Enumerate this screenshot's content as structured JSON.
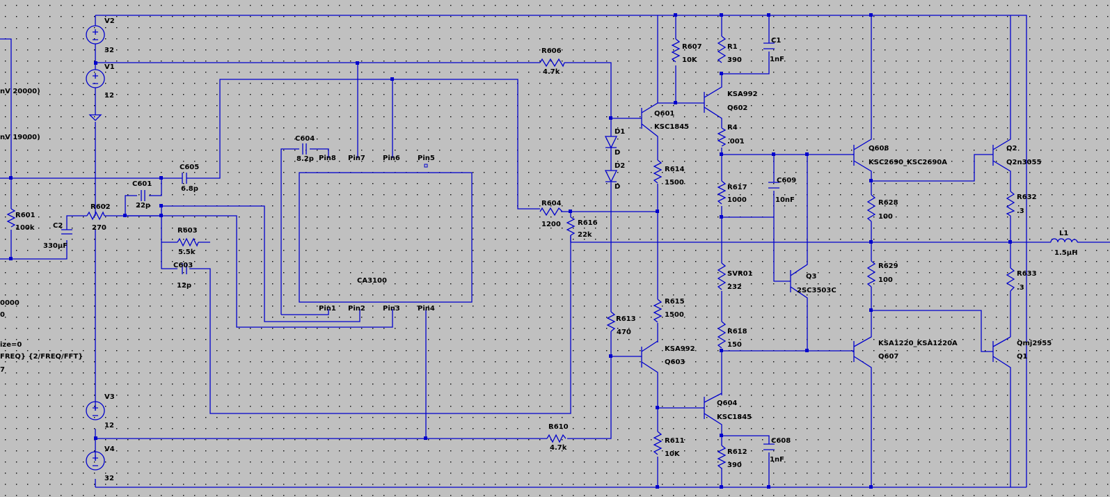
{
  "colors": {
    "background": "#c0c0c0",
    "wire": "#0000cc",
    "text": "#000000"
  },
  "labels": {
    "V2": "V2",
    "V2v": "32",
    "V1": "V1",
    "V1v": "12",
    "V3": "V3",
    "V3v": "12",
    "V4": "V4",
    "V4v": "32",
    "R601": "R601",
    "R601v": "100k",
    "R602": "R602",
    "R602v": "270",
    "C2": "C2",
    "C2v": "330µF",
    "C605": "C605",
    "C605v": "6.8p",
    "C601": "C601",
    "C601v": "22p",
    "R603": "R603",
    "R603v": "5.5k",
    "C603": "C603",
    "C603v": "12p",
    "C604": "C604",
    "C604v": "8.2p",
    "pin8": "Pin8",
    "pin7": "Pin7",
    "pin6": "Pin6",
    "pin5": "Pin5",
    "pin1": "Pin1",
    "pin2": "Pin2",
    "pin3": "Pin3",
    "pin4": "Pin4",
    "ic": "CA3100",
    "R606": "R606",
    "R606v": "4.7k",
    "R604": "R604",
    "R604v": "1200",
    "R616": "R616",
    "R616v": "22k",
    "R610": "R610",
    "R610v": "4.7k",
    "R613": "R613",
    "R613v": "470",
    "D1": "D1",
    "D1v": "D",
    "D2": "D2",
    "D2v": "D",
    "Q601": "Q601",
    "Q601v": "KSC1845",
    "R614": "R614",
    "R614v": "1500",
    "R615": "R615",
    "R615v": "1500",
    "Q603": "Q603",
    "Q603v": "KSA992",
    "R611": "R611",
    "R611v": "10K",
    "R607": "R607",
    "R607v": "10K",
    "R1": "R1",
    "R1v": "390",
    "C1": "C1",
    "C1v": "1nF",
    "Q602": "Q602",
    "Q602v": "KSA992",
    "R4": "R4",
    "R4v": ".001",
    "R617": "R617",
    "R617v": "1000",
    "C609": "C609",
    "C609v": "10nF",
    "SVR01": "SVR01",
    "SVR01v": "232",
    "Q3": "Q3",
    "Q3v": "2SC3503C",
    "R618": "R618",
    "R618v": "150",
    "Q604": "Q604",
    "Q604v": "KSC1845",
    "R612": "R612",
    "R612v": "390",
    "C608": "C608",
    "C608v": "1nF",
    "Q608": "Q608",
    "Q608v": "KSC2690_KSC2690A",
    "R628": "R628",
    "R628v": "100",
    "R629": "R629",
    "R629v": "100",
    "Q607": "Q607",
    "Q607v": "KSA1220_KSA1220A",
    "Q2": "Q2",
    "Q2v": "Q2n3055",
    "R632": "R632",
    "R632v": ".3",
    "R633": "R633",
    "R633v": ".3",
    "Q1": "Q1",
    "Q1v": "Qmj2955",
    "L1": "L1",
    "L1v": "1.5µH",
    "left1": "nV 20000)",
    "left2": "nV 19000)",
    "left3": "0000",
    "left4": "0",
    "left5": "ize=0",
    "left6": "FREQ} {2/FREQ/FFT}",
    "left7": "7"
  }
}
